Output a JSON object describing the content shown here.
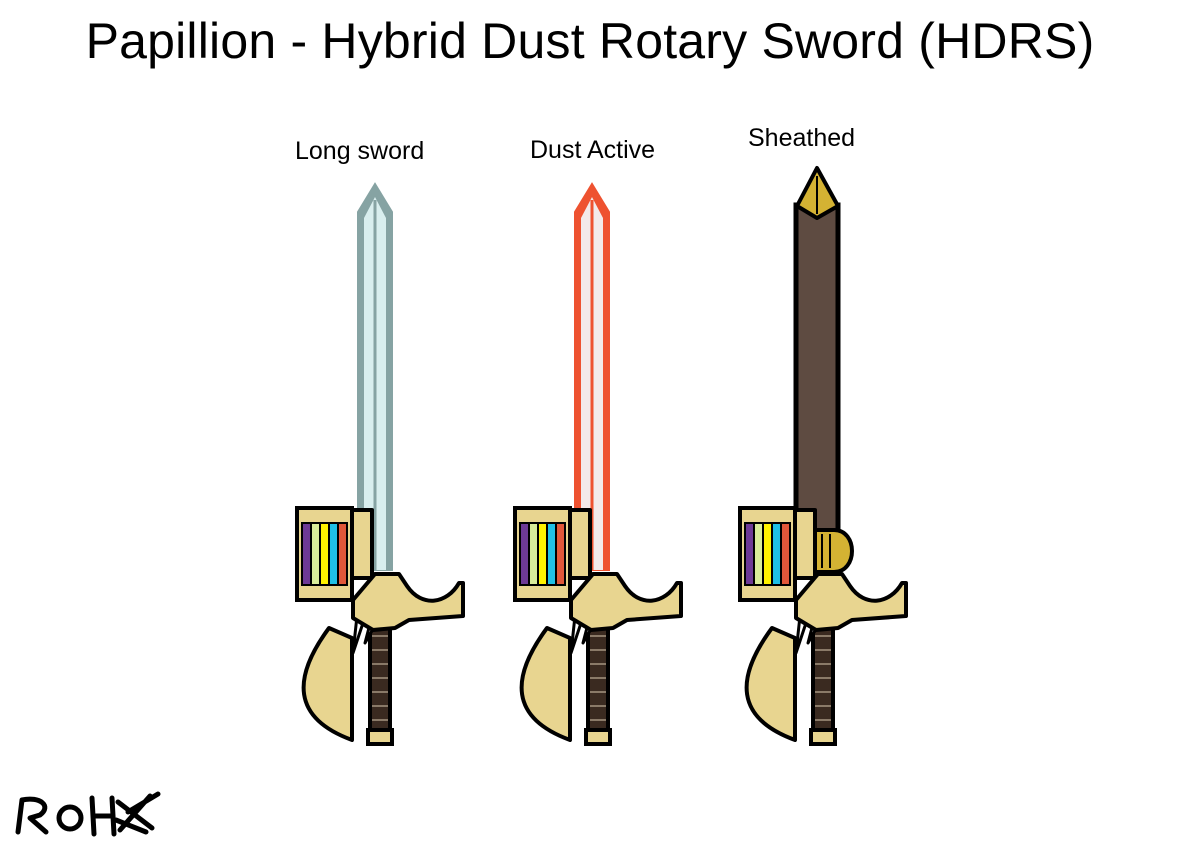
{
  "title": "Papillion - Hybrid Dust Rotary Sword (HDRS)",
  "variants": [
    {
      "label": "Long sword",
      "blade_edge": "#86a3a3",
      "blade_core": "#d9eeee"
    },
    {
      "label": "Dust Active",
      "blade_edge": "#ee5230",
      "blade_core": "#f3eaea"
    },
    {
      "label": "Sheathed",
      "blade_edge": "#000000",
      "blade_core": "#5e4b41"
    }
  ],
  "colors": {
    "hilt": "#e8d590",
    "grip": "#3a2a20",
    "gem": "#d4b233",
    "dust_bars": [
      "#6e3a96",
      "#d9ec9a",
      "#fff200",
      "#1fc0e6",
      "#e0573a"
    ]
  },
  "signature": "ROH"
}
